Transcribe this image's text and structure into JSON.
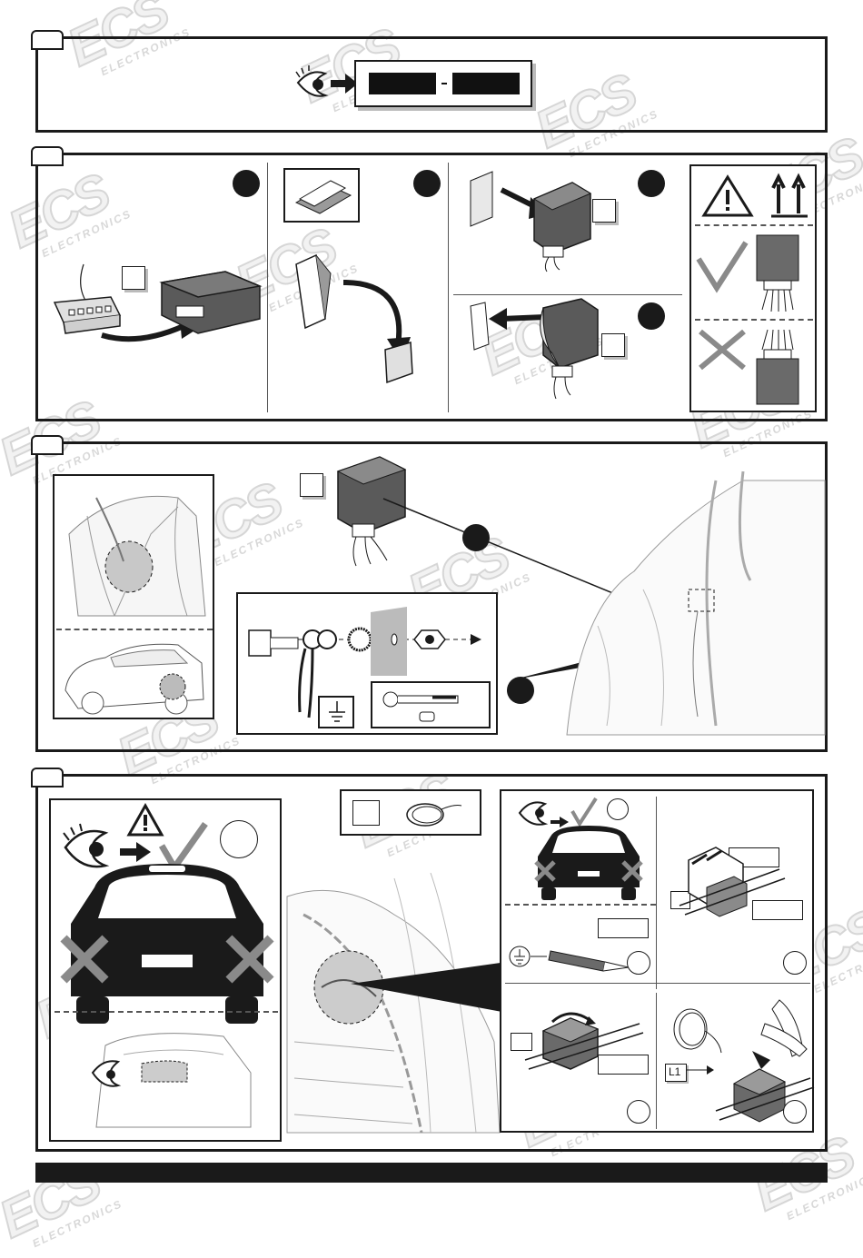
{
  "watermark": {
    "brand": "ECS",
    "subtitle": "ELECTRONICS"
  },
  "step4": {
    "wire_label": "L1"
  },
  "colors": {
    "ink": "#1a1a1a",
    "grey_fill": "#595959",
    "light_grey": "#9a9a9a",
    "page": "#ffffff"
  },
  "icons": [
    "eye-icon",
    "arrow-right-icon",
    "warning-triangle-icon",
    "this-way-up-icon",
    "check-mark-icon",
    "cross-mark-icon",
    "ground-symbol-icon",
    "ratchet-wrench-icon",
    "socket-icon",
    "side-cutter-icon"
  ]
}
